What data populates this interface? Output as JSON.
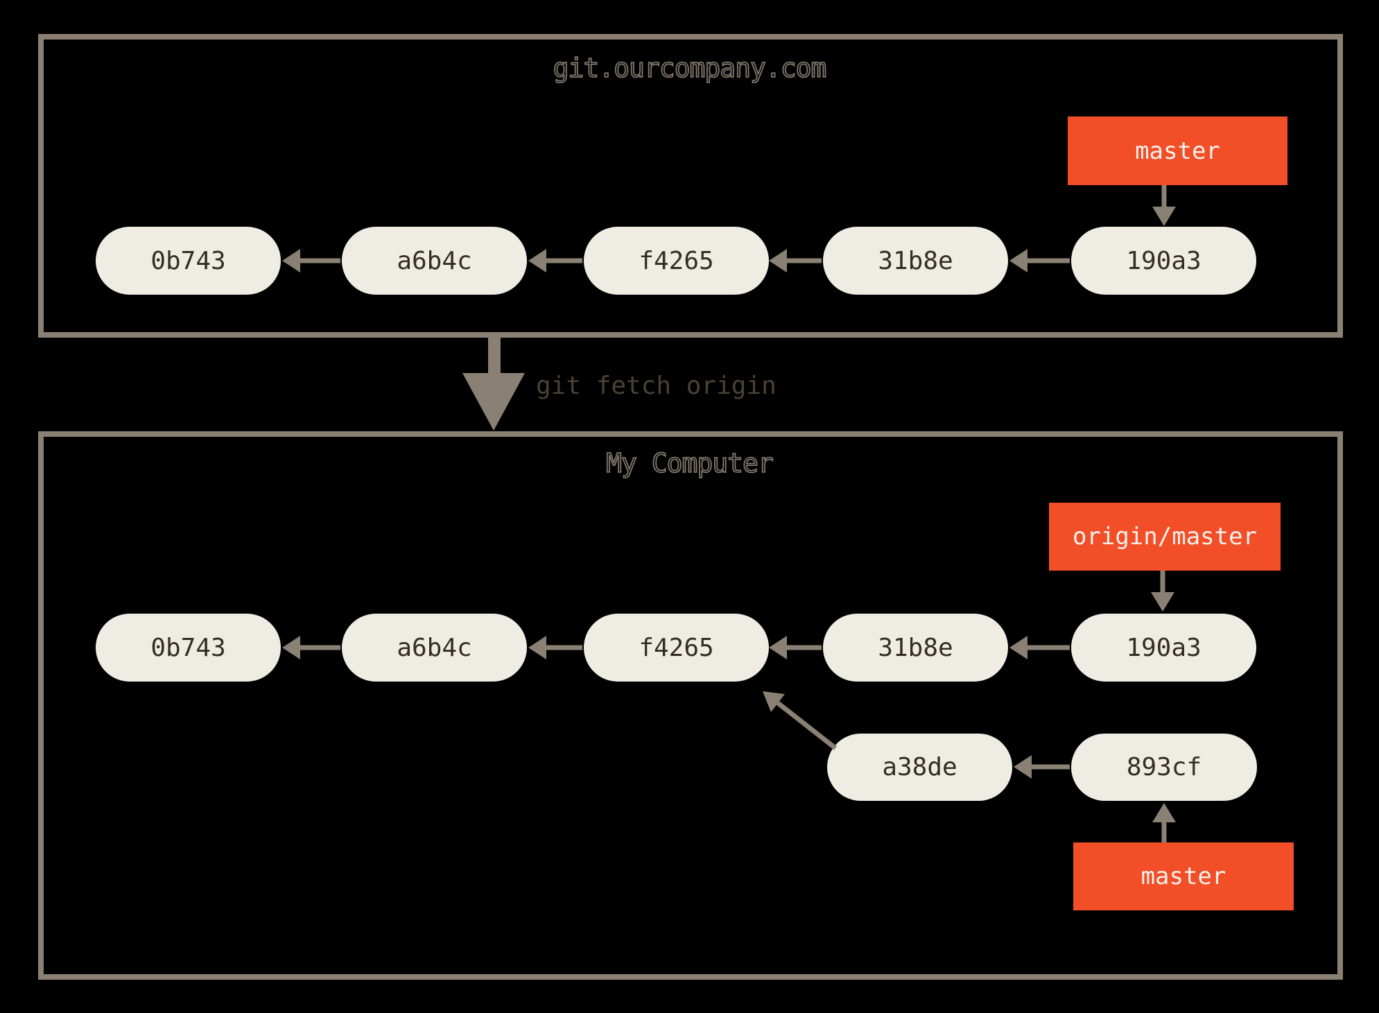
{
  "colors": {
    "bg": "#000000",
    "line": "#8a8174",
    "red": "#f24e27",
    "pill": "#efede3",
    "ink": "#332d26",
    "fetch-ink": "#4c4136",
    "branch-ink": "#f5f2ec"
  },
  "remote": {
    "title": "git.ourcompany.com",
    "branch": "master",
    "commits": [
      "0b743",
      "a6b4c",
      "f4265",
      "31b8e",
      "190a3"
    ]
  },
  "fetch": {
    "label": "git fetch origin"
  },
  "local": {
    "title": "My Computer",
    "remote_branch": "origin/master",
    "branch": "master",
    "commits": [
      "0b743",
      "a6b4c",
      "f4265",
      "31b8e",
      "190a3"
    ],
    "feature_commits": [
      "a38de",
      "893cf"
    ]
  }
}
